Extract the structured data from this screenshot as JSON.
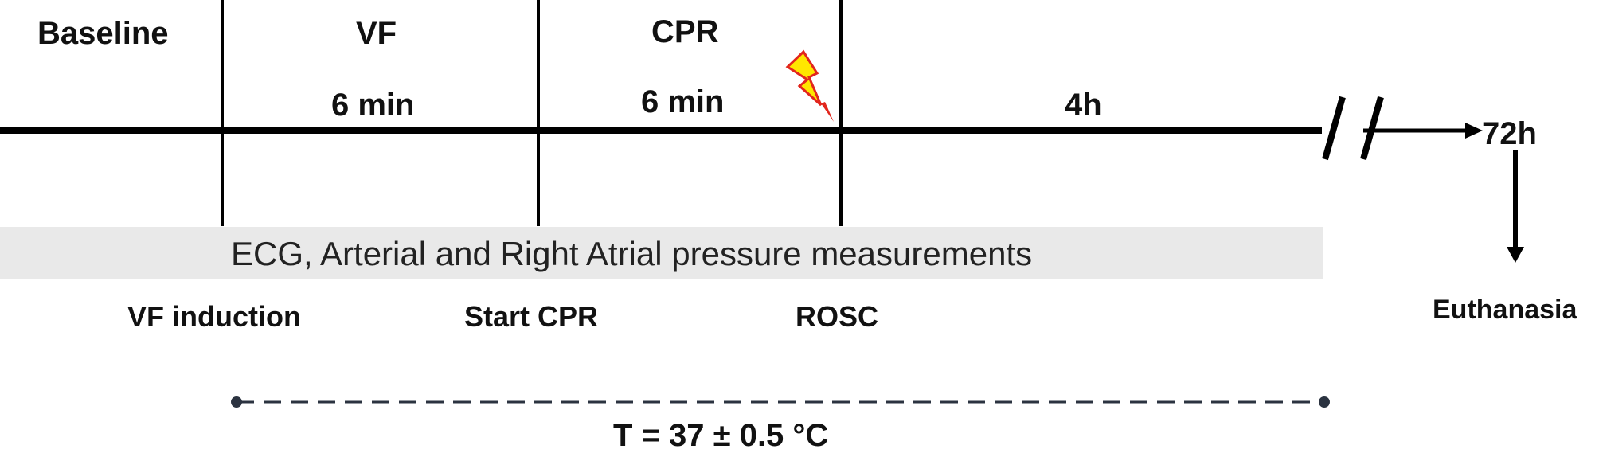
{
  "phases": {
    "baseline": "Baseline",
    "vf": "VF",
    "cpr": "CPR"
  },
  "durations": {
    "vf": "6 min",
    "cpr": "6 min",
    "post": "4h",
    "end": "72h"
  },
  "measurement_band": "ECG, Arterial and Right Atrial pressure measurements",
  "events": {
    "vf_induction": "VF induction",
    "start_cpr": "Start CPR",
    "rosc": "ROSC",
    "euthanasia": "Euthanasia"
  },
  "temperature": "T = 37 ± 0.5 °C",
  "icons": {
    "shock": "lightning-bolt-icon",
    "break": "axis-break-icon"
  },
  "colors": {
    "line": "#000000",
    "band": "#e9e9e9",
    "bolt_fill": "#ffe600",
    "bolt_stroke": "#e2261d",
    "dashed": "#2b3340"
  }
}
